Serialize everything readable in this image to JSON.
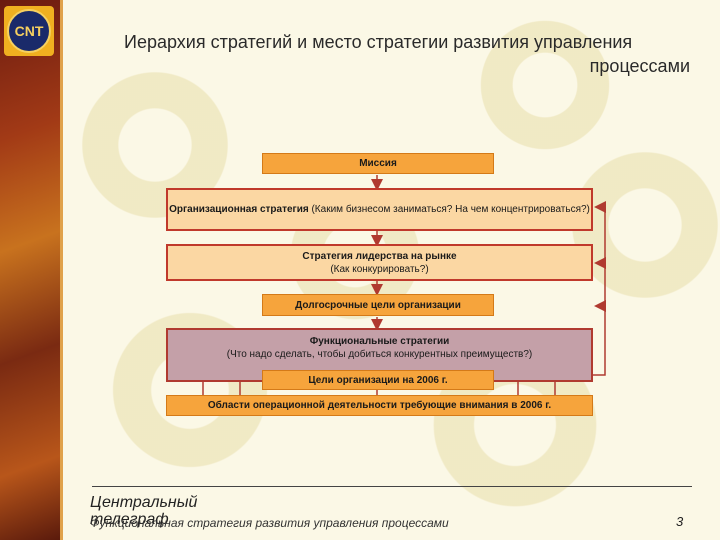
{
  "logo": {
    "text": "CNT"
  },
  "title": {
    "line1": "Иерархия стратегий и место стратегии развития управления",
    "line2": "процессами"
  },
  "diagram": {
    "mission": "Миссия",
    "org_strategy_bold": "Организационная стратегия",
    "org_strategy_rest": " (Каким бизнесом заниматься? На чем концентрироваться?)",
    "leadership_title": "Стратегия лидерства на рынке",
    "leadership_sub": "(Как конкурировать?)",
    "longterm_goals": "Долгосрочные цели организации",
    "functional_title": "Функциональные стратегии",
    "functional_sub": "(Что надо сделать, чтобы добиться конкурентных преимуществ?)",
    "goals_2006": "Цели организации на 2006 г.",
    "areas_2006": "Области операционной деятельности требующие внимания в 2006 г."
  },
  "footer": {
    "brand_line1": "Центральный",
    "brand_line2": "телеграф",
    "text": "Функциональная стратегия развития управления процессами",
    "page": "3"
  },
  "colors": {
    "orange": "#f6a43c",
    "cream": "#fbd7a3",
    "mauve": "#c4a0a8",
    "arrow": "#b03a30"
  }
}
